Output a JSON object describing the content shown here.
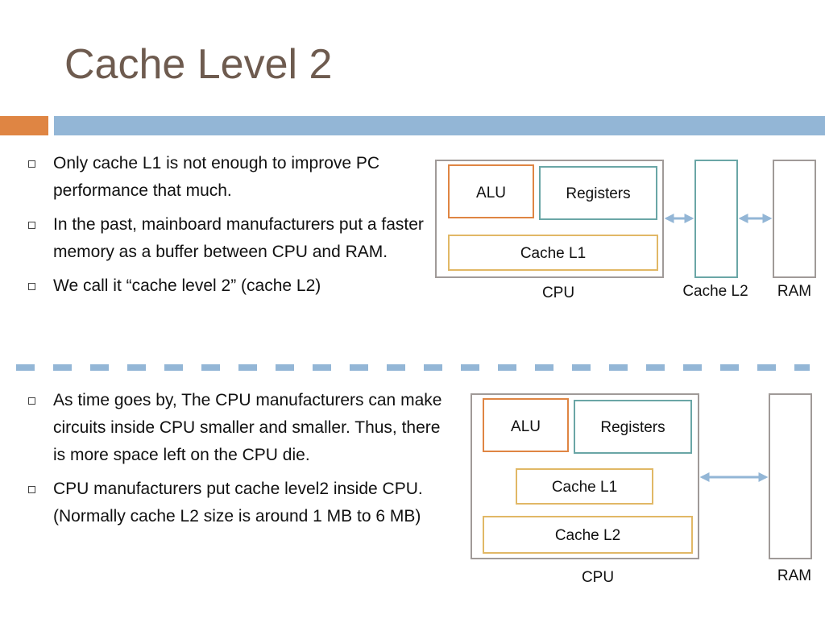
{
  "slide": {
    "title": "Cache Level 2"
  },
  "top_section": {
    "bullets": [
      "Only cache L1 is not enough to improve PC performance that much.",
      "In the past, mainboard manufacturers put a faster memory as a buffer between CPU and RAM.",
      "We call it “cache level 2” (cache L2)"
    ],
    "diagram": {
      "alu": "ALU",
      "registers": "Registers",
      "cache_l1": "Cache L1",
      "cpu": "CPU",
      "cache_l2": "Cache L2",
      "ram": "RAM"
    }
  },
  "bottom_section": {
    "bullets": [
      "As time goes by, The CPU manufacturers can make circuits inside CPU smaller and smaller. Thus, there is more space left on the CPU die.",
      "CPU manufacturers put cache level2 inside CPU. (Normally cache L2 size is around 1 MB to 6 MB)"
    ],
    "diagram": {
      "alu": "ALU",
      "registers": "Registers",
      "cache_l1": "Cache L1",
      "cache_l2": "Cache L2",
      "cpu": "CPU",
      "ram": "RAM"
    }
  },
  "colors": {
    "title": "#6e5b4f",
    "accent_orange": "#df8543",
    "accent_blue": "#93b6d6",
    "box_gray": "#a09a98",
    "alu_border": "#df8543",
    "registers_border": "#6aa6a6",
    "cache_l1_border": "#e1b866",
    "arrow": "#93b6d6"
  }
}
